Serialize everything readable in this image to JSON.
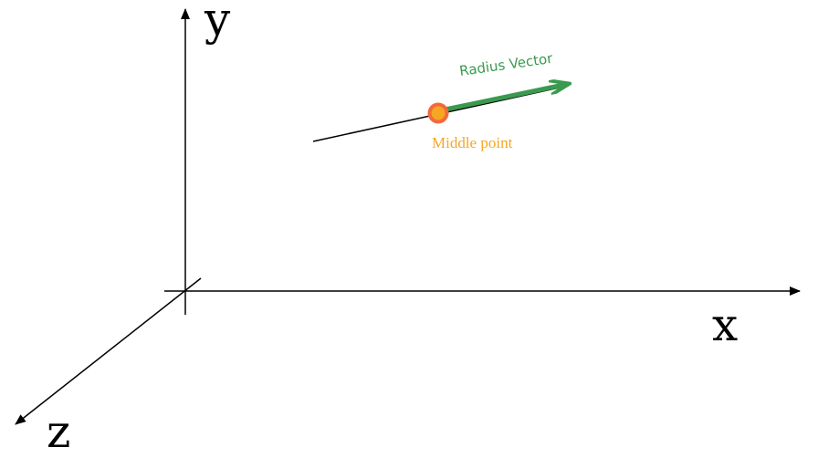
{
  "axes": {
    "x_label": "x",
    "y_label": "y",
    "z_label": "z"
  },
  "annotations": {
    "radius_vector_label": "Radius Vector",
    "middle_point_label": "Middle point"
  },
  "colors": {
    "axis": "#000000",
    "segment": "#000000",
    "radius_vector": "#3a9a4f",
    "middle_point_fill": "#f5a623",
    "middle_point_stroke": "#f26a3a"
  }
}
